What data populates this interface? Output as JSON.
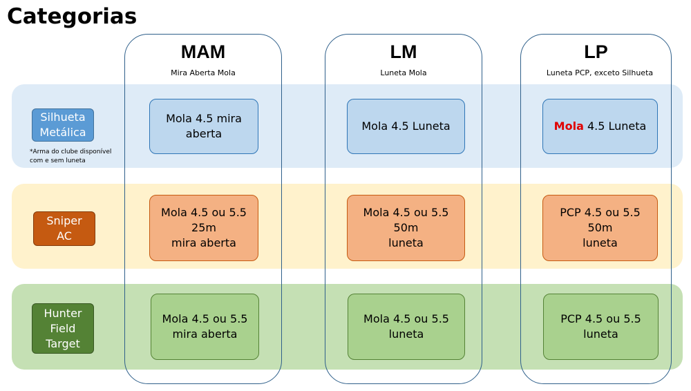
{
  "title": "Categorias",
  "columns": [
    {
      "title": "MAM",
      "subtitle": "Mira Aberta Mola"
    },
    {
      "title": "LM",
      "subtitle": "Luneta Mola"
    },
    {
      "title": "LP",
      "subtitle": "Luneta PCP, exceto Silhueta"
    }
  ],
  "rows": [
    {
      "label": "Silhueta\nMetálica",
      "note": "*Arma do clube disponível com e sem luneta",
      "color": "#5b9bd5",
      "cells": [
        "Mola 4.5 mira\naberta",
        "Mola 4.5 Luneta",
        {
          "highlight": "Mola",
          "rest": " 4.5 Luneta"
        }
      ]
    },
    {
      "label": "Sniper\nAC",
      "color": "#c55a11",
      "cells": [
        "Mola 4.5  ou 5.5\n25m\nmira aberta",
        "Mola 4.5  ou 5.5\n50m\nluneta",
        "PCP 4.5  ou 5.5\n50m\nluneta"
      ]
    },
    {
      "label": "Hunter\nField\nTarget",
      "color": "#548235",
      "cells": [
        "Mola 4.5  ou 5.5\nmira aberta",
        "Mola 4.5  ou 5.5\nluneta",
        "PCP 4.5  ou 5.5\nluneta"
      ]
    }
  ],
  "colors": {
    "frame": "#2e5f8a",
    "band_blue": "#deebf7",
    "band_yellow": "#fff2cc",
    "band_green": "#c5e0b4",
    "highlight_red": "#e00000"
  }
}
